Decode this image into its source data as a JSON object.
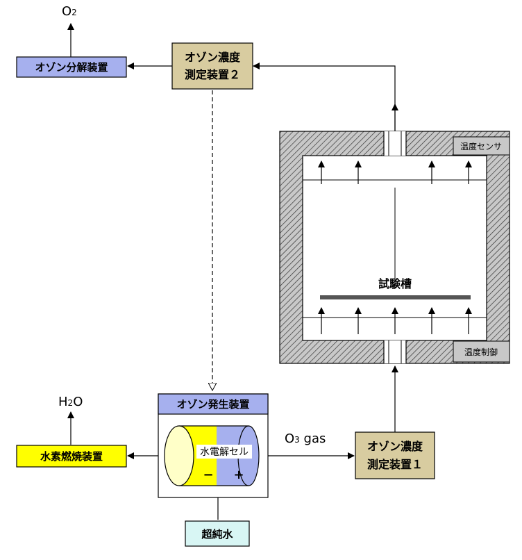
{
  "colors": {
    "decomposer_fill": "#a6b0ee",
    "meter_fill": "#d8cca0",
    "combustion_fill": "#ffff00",
    "generator_header_fill": "#a6b0ee",
    "water_fill": "#d8f6f4",
    "cell_body_yellow": "#ffff00",
    "cell_body_blue": "#a6b0ee",
    "cell_end_fill": "#ffffc8",
    "tank_wall_fill": "#c8c8c8",
    "tag_fill": "#c8c8c8",
    "plate_fill": "#555555"
  },
  "labels": {
    "o2_output_main": "O",
    "o2_output_sub": "2",
    "h2o_output_main": "H",
    "h2o_output_sub": "2",
    "h2o_output_tail": "O",
    "o3_gas_main": "O",
    "o3_gas_sub": "3",
    "o3_gas_tail": " gas",
    "ozone_decomposer": "オゾン分解装置",
    "ozone_meter_2_line1": "オゾン濃度",
    "ozone_meter_2_line2": "測定装置２",
    "ozone_meter_1_line1": "オゾン濃度",
    "ozone_meter_1_line2": "測定装置１",
    "ozone_generator": "オゾン発生装置",
    "electrolysis_cell": "水電解セル",
    "cell_minus": "−",
    "cell_plus": "+",
    "hydrogen_combustion": "水素燃焼装置",
    "ultrapure_water": "超純水",
    "test_tank": "試験槽",
    "temperature_sensor": "温度センサ",
    "temperature_control": "温度制御"
  }
}
